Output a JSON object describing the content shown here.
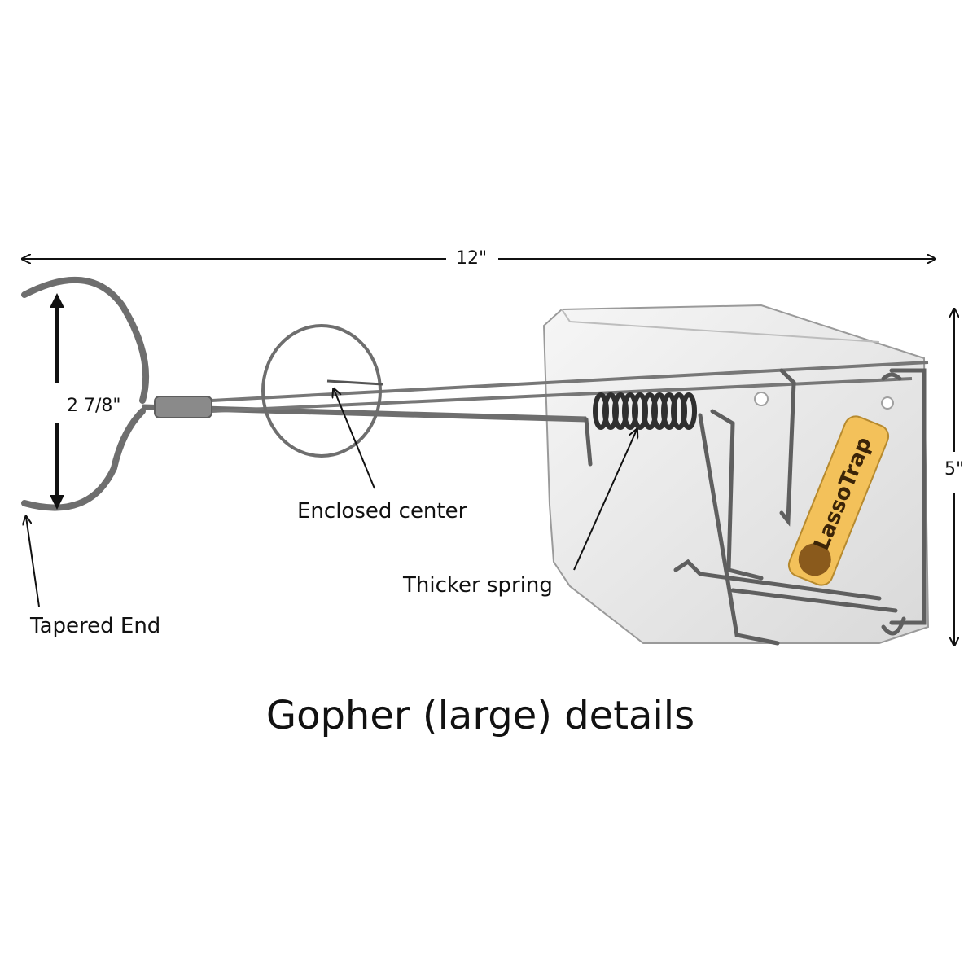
{
  "dimensions": {
    "length": "12\"",
    "height": "5\"",
    "loop_diameter": "2 7/8\""
  },
  "callouts": {
    "enclosed_center": "Enclosed center",
    "thicker_spring": "Thicker spring",
    "tapered_end": "Tapered End"
  },
  "logo_text": "LassoTrap",
  "caption": "Gopher (large) details",
  "colors": {
    "wire": "#6e6e6e",
    "plate": "#ececec",
    "logo_bg": "#f3c15a",
    "text": "#111111"
  }
}
